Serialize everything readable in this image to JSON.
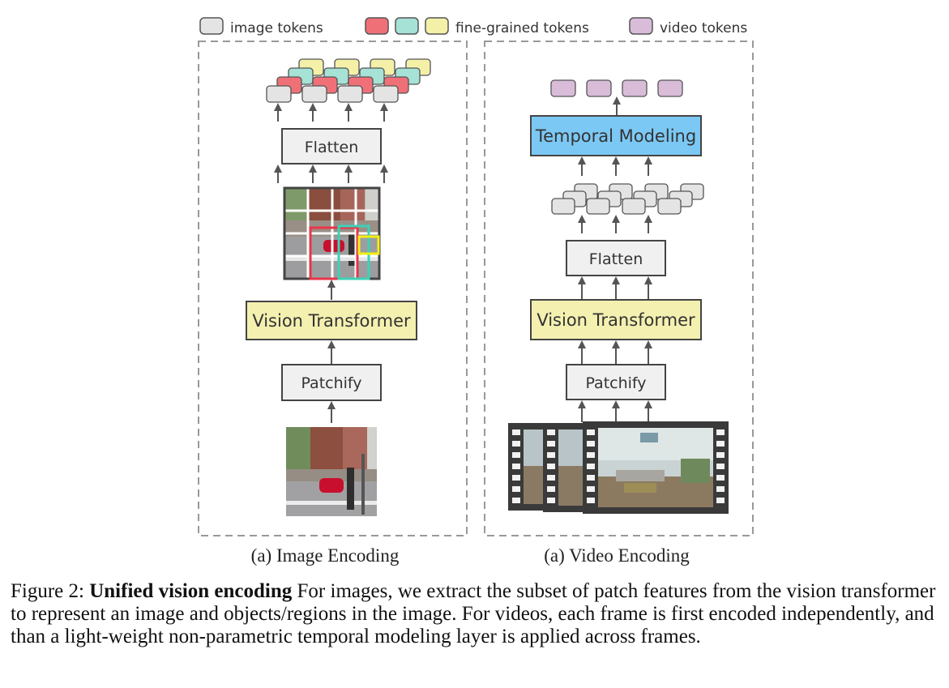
{
  "legend": {
    "image_tokens": "image tokens",
    "fine_grained_tokens": "fine-grained tokens",
    "video_tokens": "video tokens"
  },
  "image_panel": {
    "flatten": "Flatten",
    "vit": "Vision Transformer",
    "patchify": "Patchify",
    "caption": "(a) Image Encoding"
  },
  "video_panel": {
    "temporal": "Temporal Modeling",
    "flatten": "Flatten",
    "vit": "Vision Transformer",
    "patchify": "Patchify",
    "caption": "(a) Video Encoding"
  },
  "figure_caption": {
    "label": "Figure 2:",
    "title": "Unified vision encoding",
    "body": "For images, we extract the subset of patch features from the vision transformer to represent an image and objects/regions in the image. For videos, each frame is first encoded independently, and than a light-weight non-parametric temporal modeling layer is applied across frames."
  },
  "colors": {
    "token_gray": "#e4e4e4",
    "token_red": "#f07078",
    "token_teal": "#a6e2d6",
    "token_yellow": "#f4f0a8",
    "token_purple": "#d8bcd8",
    "vit_fill": "#f4f0b0",
    "temporal_fill": "#7cc8f4",
    "box_fill": "#f0f0f0"
  }
}
